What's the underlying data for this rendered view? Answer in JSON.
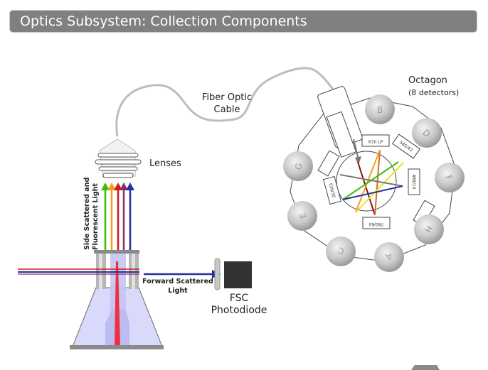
{
  "header": {
    "title": "Optics Subsystem: Collection Components"
  },
  "labels": {
    "fiber_line1": "Fiber Optic",
    "fiber_line2": "Cable",
    "octagon_line1": "Octagon",
    "octagon_line2": "(8 detectors)",
    "lenses": "Lenses",
    "side_line1": "Side Scattered and",
    "side_line2": "Fluorescent Light",
    "forward_line1": "Forward Scattered",
    "forward_line2": "Light",
    "fsc_line1": "FSC",
    "fsc_line2": "Photodiode"
  },
  "detectors": [
    "B",
    "D",
    "F",
    "H",
    "A",
    "C",
    "E",
    "G"
  ],
  "filters": [
    "670 LP",
    "585/42",
    "488/10",
    "780/60",
    "530/30"
  ],
  "light_colors": {
    "green": "#39c000",
    "orange": "#f0a020",
    "red": "#d41818",
    "purple": "#8a2f6a",
    "blue": "#27309a",
    "yellow": "#f0e020",
    "gray": "#777777",
    "dark_red": "#8a1010"
  }
}
